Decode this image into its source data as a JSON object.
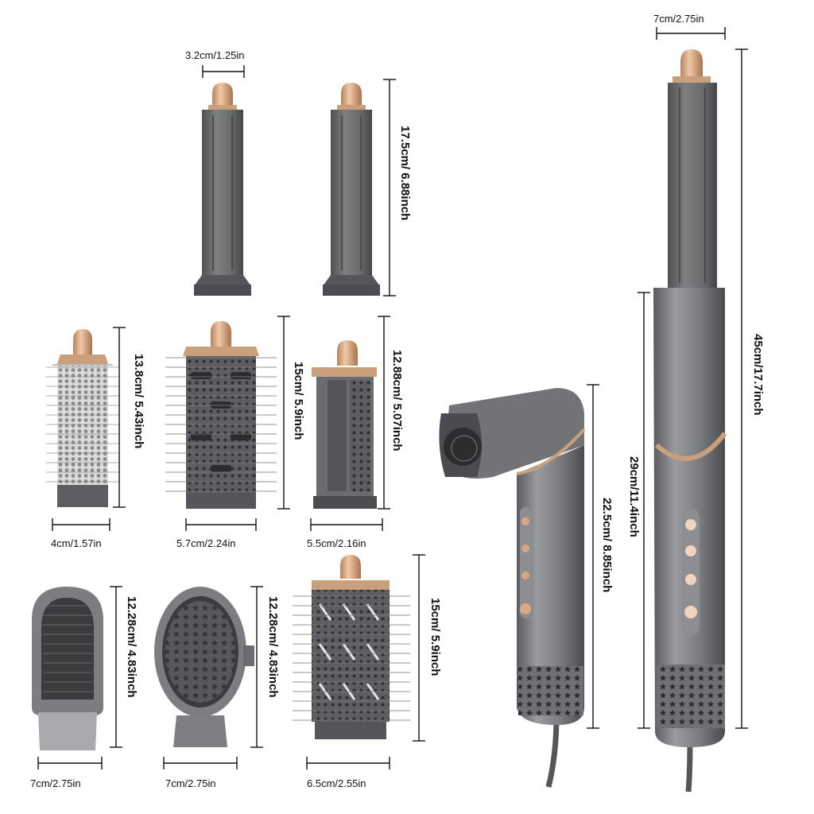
{
  "palette": {
    "body": "#6b6c6e",
    "body_dark": "#4f5052",
    "body_light": "#8d8e90",
    "accent": "#d9a883",
    "accent_dark": "#b8825e",
    "line": "#111111",
    "bristle": "#9a9b9d"
  },
  "dimensions": {
    "barrel_width": "3.2cm/1.25in",
    "barrel_height": "17.5cm/ 6.88inch",
    "round_small_height": "13.8cm/ 5.43inch",
    "round_small_width": "4cm/1.57in",
    "round_medium_height": "15cm/ 5.9inch",
    "round_medium_width": "5.7cm/2.24in",
    "smoothing_height": "12.88cm/ 5.07inch",
    "smoothing_width": "5.5cm/2.16in",
    "paddle_height": "12.28cm/ 4.83inch",
    "paddle_width": "7cm/2.75in",
    "oval_height": "12.28cm/ 4.83inch",
    "oval_width": "7cm/2.75in",
    "round_large_height": "15cm/ 5.9inch",
    "round_large_width": "6.5cm/2.55in",
    "dryer_height": "22.5cm/ 8.85inch",
    "handle_height": "29cm/11.4inch",
    "total_height": "45cm/17.7inch",
    "handle_width": "7cm/2.75in"
  }
}
